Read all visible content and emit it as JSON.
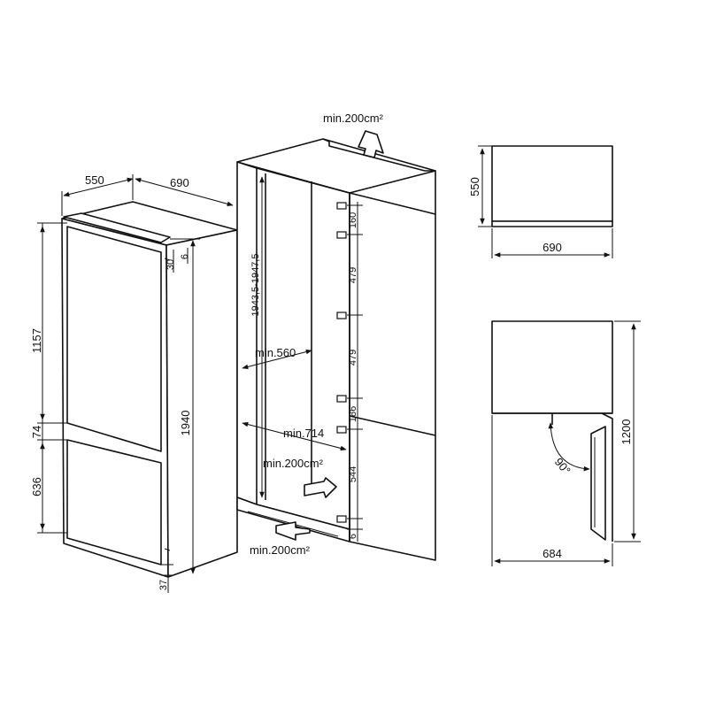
{
  "labels": {
    "left_depth": "550",
    "left_width": "690",
    "upper_door": "1157",
    "gap": "74",
    "lower_door": "636",
    "total_height": "1940",
    "top_30": "30",
    "top_6": "6",
    "bottom_37": "37",
    "niche_height": "1943,5-1947,5",
    "niche_width": "min.560",
    "niche_depth": "min.714",
    "vent_top": "min.200cm²",
    "vent_mid": "min.200cm²",
    "vent_bottom": "min.200cm²",
    "hinge_160": "160",
    "hinge_479a": "479",
    "hinge_479b": "479",
    "hinge_186": "186",
    "hinge_544": "544",
    "hinge_6": "6",
    "top_view_depth": "550",
    "top_view_width": "690",
    "door_height": "1200",
    "door_depth": "684",
    "door_angle": "90°"
  },
  "colors": {
    "line": "#111111",
    "background": "#ffffff"
  }
}
